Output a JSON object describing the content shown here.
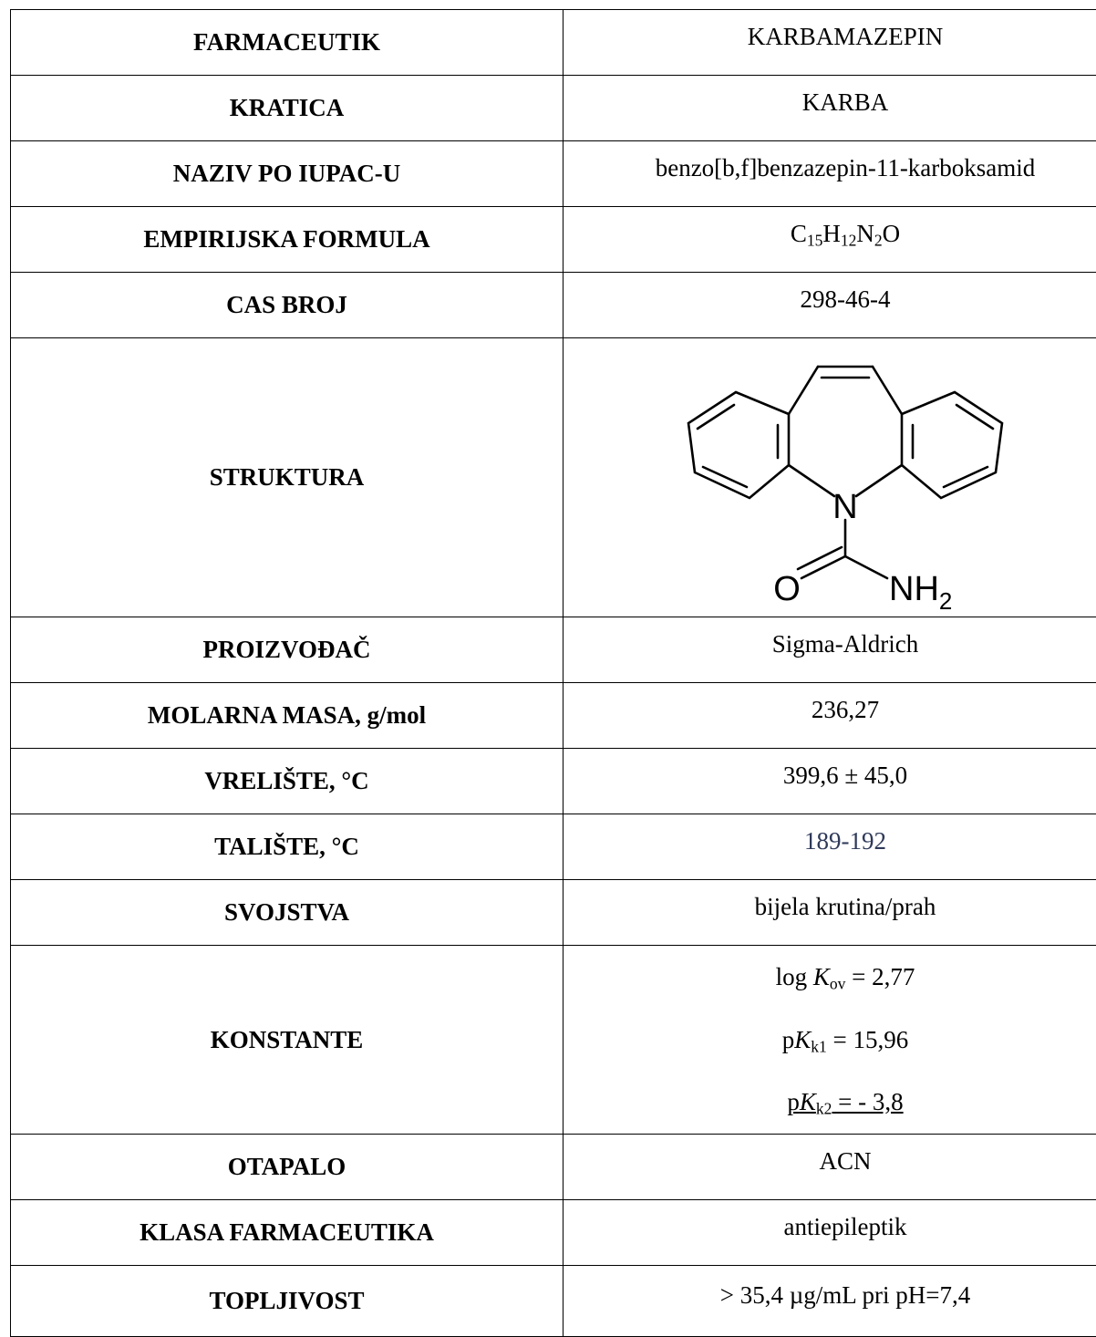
{
  "rows": [
    {
      "key": "FARMACEUTIK",
      "value": "KARBAMAZEPIN"
    },
    {
      "key": "KRATICA",
      "value": "KARBA"
    },
    {
      "key": "NAZIV PO IUPAC-U",
      "value": "benzo[b,f]benzazepin-11-karboksamid"
    },
    {
      "key": "EMPIRIJSKA FORMULA",
      "formula": {
        "c": "C",
        "c_n": "15",
        "h": "H",
        "h_n": "12",
        "n": "N",
        "n_n": "2",
        "o": "O"
      }
    },
    {
      "key": "CAS BROJ",
      "value": "298-46-4"
    },
    {
      "key": "STRUKTURA",
      "structure": {
        "n_label": "N",
        "o_label": "O",
        "nh_label": "NH",
        "nh_sub": "2"
      }
    },
    {
      "key": "PROIZVOĐAČ",
      "value": "Sigma-Aldrich"
    },
    {
      "key": "MOLARNA MASA, g/mol",
      "value": "236,27"
    },
    {
      "key": "VRELIŠTE, °C",
      "value": "399,6 ± 45,0"
    },
    {
      "key": "TALIŠTE, °C",
      "value": "189-192"
    },
    {
      "key": "SVOJSTVA",
      "value": "bijela krutina/prah"
    },
    {
      "key": "KONSTANTE",
      "constants": [
        {
          "prefix": "log ",
          "sym": "K",
          "sub": "ov",
          "rest": " = 2,77"
        },
        {
          "prefix": "p",
          "sym": "K",
          "sub": "k1",
          "rest": " = 15,96"
        },
        {
          "prefix": "p",
          "sym": "K",
          "sub": "k2",
          "rest": " = - 3,8"
        }
      ]
    },
    {
      "key": "OTAPALO",
      "value": "ACN"
    },
    {
      "key": "KLASA FARMACEUTIKA",
      "value": "antiepileptik"
    },
    {
      "key": "TOPLJIVOST",
      "value": "> 35,4 µg/mL pri pH=7,4"
    }
  ]
}
